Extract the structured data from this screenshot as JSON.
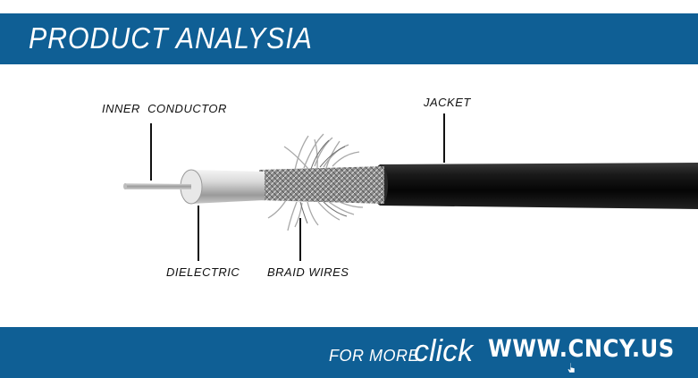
{
  "header": {
    "title": "PRODUCT ANALYSIA"
  },
  "labels": {
    "inner_conductor": "INNER  CONDUCTOR",
    "jacket": "JACKET",
    "dielectric": "DIELECTRIC",
    "braid_wires": "BRAID WIRES"
  },
  "footer": {
    "for_more": "FOR MORE",
    "click": "click",
    "website": "WWW.CNCY.US"
  },
  "colors": {
    "band": "#0f5f95",
    "jacket": "#111111",
    "text": "#111111"
  }
}
